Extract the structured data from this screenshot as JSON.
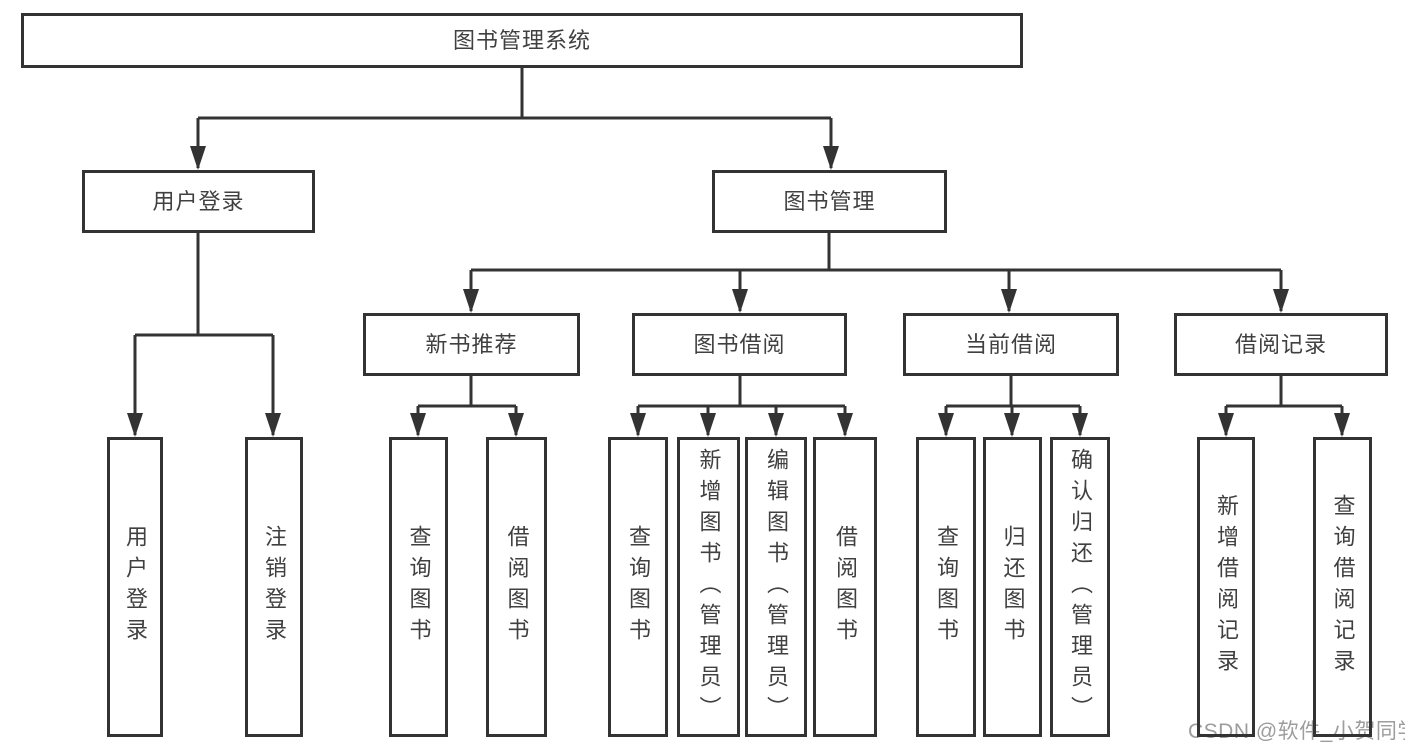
{
  "colors": {
    "line": "#333333",
    "box_border": "#333333",
    "text": "#404040",
    "watermark": "#9d9d9d",
    "background": "#ffffff"
  },
  "watermark": {
    "text": "CSDN @软件_小贺同学"
  },
  "tree": {
    "label": "图书管理系统",
    "children": [
      {
        "label": "用户登录",
        "children": [
          {
            "label": "用户登录"
          },
          {
            "label": "注销登录"
          }
        ]
      },
      {
        "label": "图书管理",
        "children": [
          {
            "label": "新书推荐",
            "children": [
              {
                "label": "查询图书"
              },
              {
                "label": "借阅图书"
              }
            ]
          },
          {
            "label": "图书借阅",
            "children": [
              {
                "label": "查询图书"
              },
              {
                "label": "新增图书（管理员）"
              },
              {
                "label": "编辑图书（管理员）"
              },
              {
                "label": "借阅图书"
              }
            ]
          },
          {
            "label": "当前借阅",
            "children": [
              {
                "label": "查询图书"
              },
              {
                "label": "归还图书"
              },
              {
                "label": "确认归还（管理员）"
              }
            ]
          },
          {
            "label": "借阅记录",
            "children": [
              {
                "label": "新增借阅记录"
              },
              {
                "label": "查询借阅记录"
              }
            ]
          }
        ]
      }
    ]
  }
}
